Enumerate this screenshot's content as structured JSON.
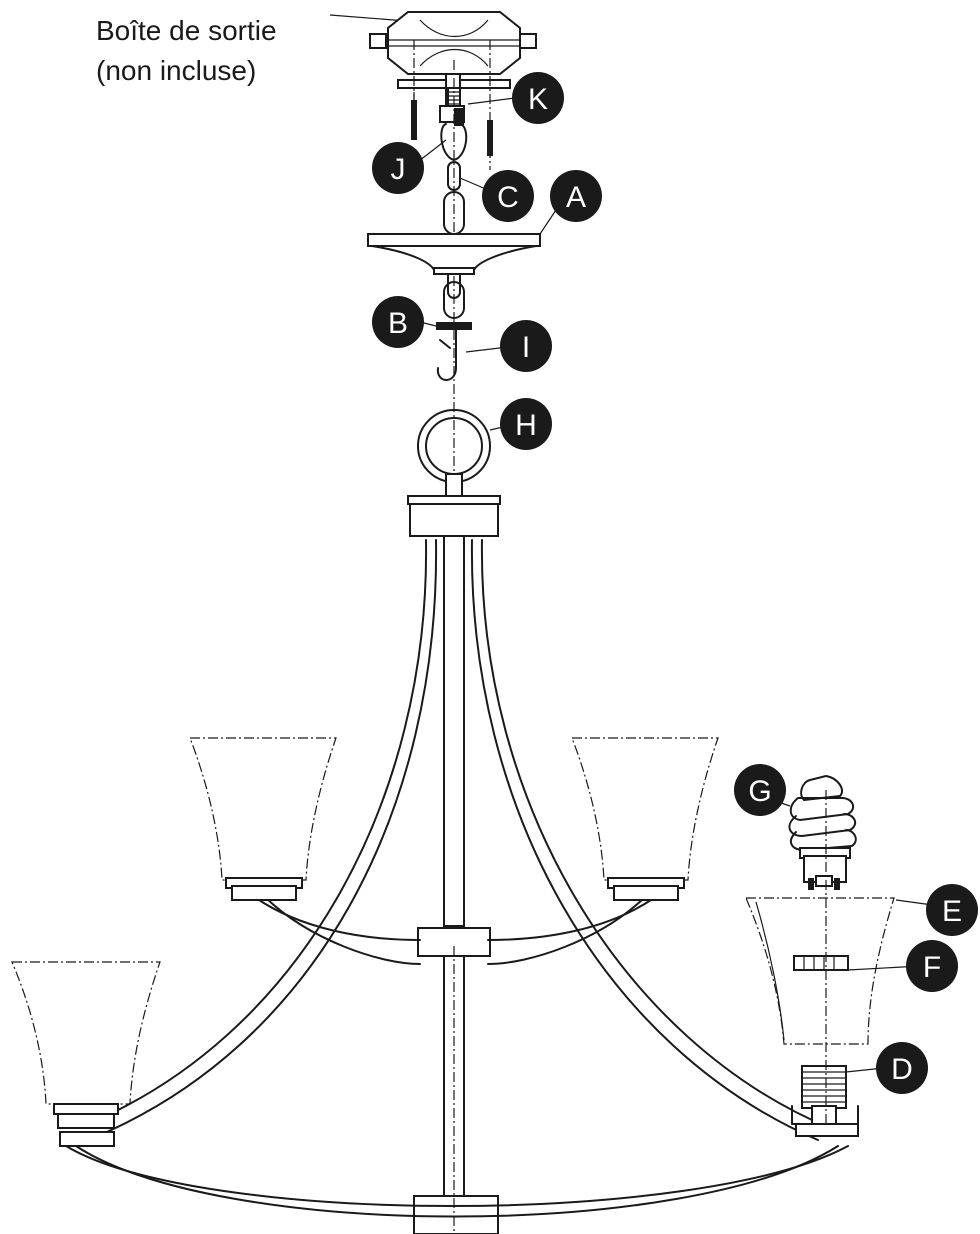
{
  "caption": {
    "line1": "Boîte de sortie",
    "line2": "(non incluse)"
  },
  "callouts": {
    "A": "A",
    "B": "B",
    "C": "C",
    "D": "D",
    "E": "E",
    "F": "F",
    "G": "G",
    "H": "H",
    "I": "I",
    "J": "J",
    "K": "K"
  },
  "colors": {
    "line": "#1a1a1a",
    "badge_fill": "#1a1a1a",
    "badge_text": "#ffffff",
    "background": "#ffffff"
  }
}
